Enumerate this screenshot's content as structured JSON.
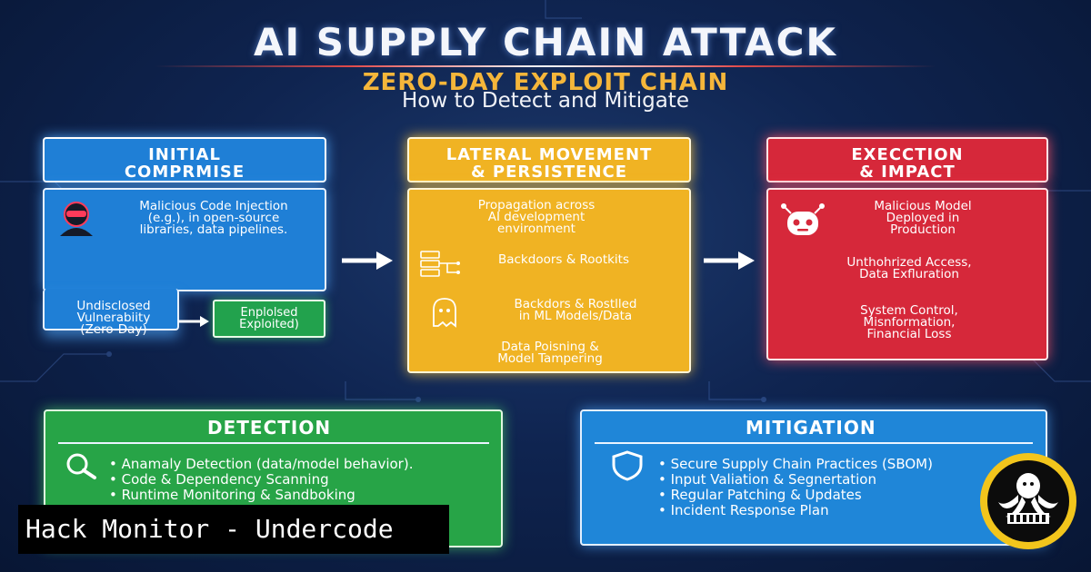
{
  "header": {
    "title": "AI SUPPLY CHAIN ATTACK",
    "subtitle": "ZERO-DAY EXPLOIT CHAIN",
    "tagline": "How to Detect and Mitigate"
  },
  "stages": [
    {
      "title_lines": [
        "INITIAL",
        "COMPRMISE"
      ],
      "items": [
        {
          "lines": [
            "Malicious Code Injection",
            "(e.g.), in open-source",
            "libraries, data pipelines."
          ],
          "icon": "hacker-icon"
        },
        {
          "lines": [
            "Undisclosed",
            "Vulnerabiity",
            "(Zero-Day)"
          ]
        }
      ],
      "callout": [
        "Enplolsed",
        "Exploited)"
      ],
      "color": "#1f7fd6"
    },
    {
      "title_lines": [
        "LATERAL MOVEMENT",
        "& PERSISTENCE"
      ],
      "items": [
        {
          "lines": [
            "Propagation across",
            "AI development",
            "environment"
          ]
        },
        {
          "lines": [
            "Backdoors & Rootkits"
          ],
          "icon": "server-icon"
        },
        {
          "lines": [
            "Backdors & Rostlled",
            "in ML Models/Data"
          ],
          "icon": "ghost-icon"
        },
        {
          "lines": [
            "Data Poisning &",
            "Model Tampering"
          ]
        }
      ],
      "color": "#f0b323"
    },
    {
      "title_lines": [
        "EXECCTION",
        "& IMPACT"
      ],
      "items": [
        {
          "lines": [
            "Malicious Model",
            "Deployed in",
            "Production"
          ],
          "icon": "robot-icon"
        },
        {
          "lines": [
            "Unthohrized Access,",
            "Data Exfluration"
          ]
        },
        {
          "lines": [
            "System Control,",
            "Misnformation,",
            "Financial Loss"
          ]
        }
      ],
      "color": "#d6283a"
    }
  ],
  "detection": {
    "title": "DETECTION",
    "icon": "magnifier-icon",
    "items": [
      "Anamaly Detection (data/model behavior).",
      "Code & Dependency Scanning",
      "Runtime Monitoring & Sandboking"
    ],
    "color": "#27a447"
  },
  "mitigation": {
    "title": "MITIGATION",
    "icon": "shield-icon",
    "items": [
      "Secure Supply Chain Practices (SBOM)",
      "Input Valiation & Segnertation",
      "Regular Patching & Updates",
      "Incident Response Plan"
    ],
    "color": "#1f86d8"
  },
  "brand": {
    "label": "Hack Monitor - Undercode",
    "logo_icon": "octopus-logo-icon"
  }
}
